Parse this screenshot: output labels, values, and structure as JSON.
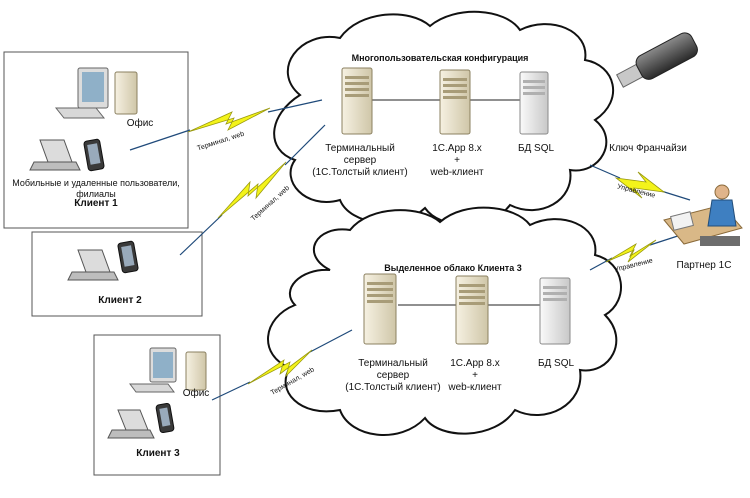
{
  "cloud1": {
    "title": "Многопользовательская конфигурация",
    "terminal": [
      "Терминальный",
      "сервер",
      "(1С.Толстый клиент)"
    ],
    "app": [
      "1С.App 8.x",
      "+",
      "web-клиент"
    ],
    "db": "БД SQL"
  },
  "cloud2": {
    "title": "Выделенное облако Клиента 3",
    "terminal": [
      "Терминальный",
      "сервер",
      "(1С.Толстый клиент)"
    ],
    "app": [
      "1С.App 8.x",
      "+",
      "web-клиент"
    ],
    "db": "БД SQL"
  },
  "client1": {
    "office": "Офис",
    "mobile": [
      "Мобильные и удаленные пользователи,",
      "филиалы"
    ],
    "name": "Клиент 1"
  },
  "client2": {
    "name": "Клиент 2"
  },
  "client3": {
    "office": "Офис",
    "name": "Клиент 3"
  },
  "key": "Ключ Франчайзи",
  "partner": "Партнер 1С",
  "links": {
    "c1": "Терминал, web",
    "c2": "Терминал, web",
    "c3": "Терминал, web",
    "mgmt1": "Управление",
    "mgmt2": "Управление"
  },
  "colors": {
    "lightning": "#f3f31a",
    "lightning_stroke": "#9a9a10",
    "link_line": "#1f4a7a",
    "server_beige": "#e4dcc2",
    "server_gray": "#e6e6e6"
  }
}
